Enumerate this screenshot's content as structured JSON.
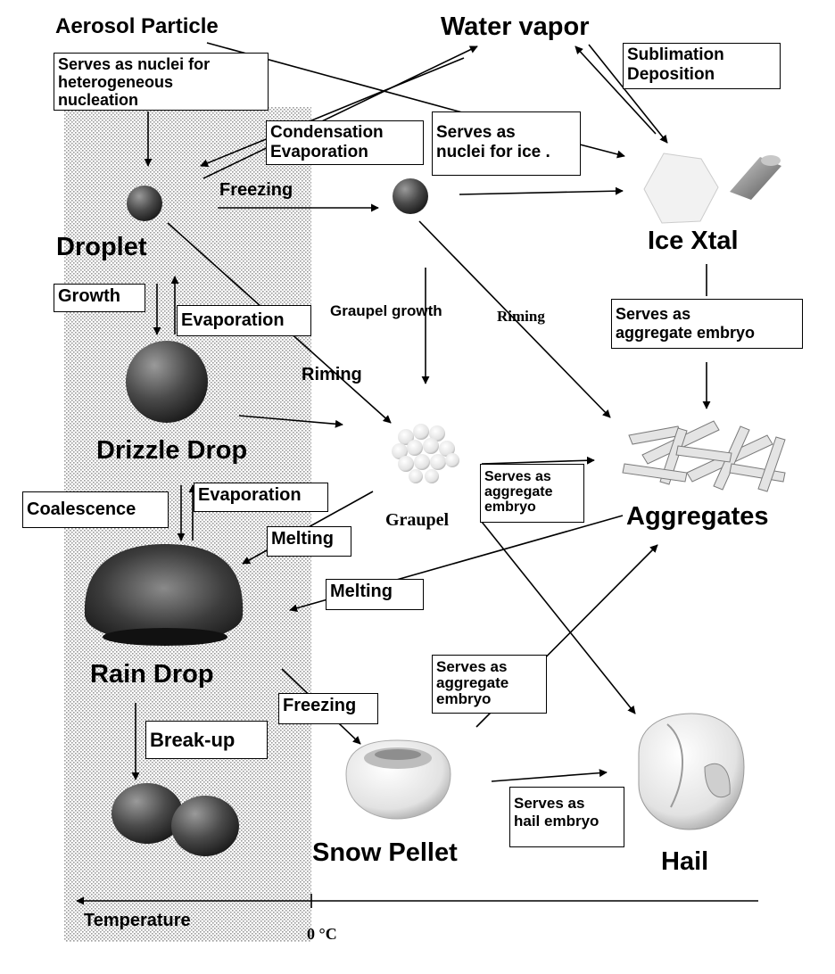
{
  "particles": {
    "aerosol": "Aerosol Particle",
    "water_vapor": "Water vapor",
    "droplet": "Droplet",
    "ice_xtal": "Ice Xtal",
    "drizzle_drop": "Drizzle Drop",
    "graupel": "Graupel",
    "aggregates": "Aggregates",
    "rain_drop": "Rain Drop",
    "snow_pellet": "Snow Pellet",
    "hail": "Hail"
  },
  "processes": {
    "nuclei_hetero": "Serves as nuclei for\nheterogeneous\nnucleation",
    "cond_evap": "Condensation\nEvaporation",
    "sub_dep": "Sublimation\nDeposition",
    "nuclei_ice": "Serves as\nnuclei for ice .",
    "freezing_top": "Freezing",
    "growth": "Growth",
    "evaporation_1": "Evaporation",
    "graupel_growth": "Graupel growth",
    "riming_right": "Riming",
    "riming_left": "Riming",
    "agg_embryo_ice": "Serves as\naggregate embryo",
    "agg_embryo_graupel": "Serves as\naggregate\nembryo",
    "coalescence": "Coalescence",
    "evaporation_2": "Evaporation",
    "melting_1": "Melting",
    "melting_2": "Melting",
    "agg_embryo_snow": "Serves as\naggregate\nembryo",
    "freezing_bottom": "Freezing",
    "break_up": "Break-up",
    "hail_embryo": "Serves as\nhail embryo"
  },
  "axis": {
    "temperature": "Temperature",
    "zero": "0 °C"
  }
}
